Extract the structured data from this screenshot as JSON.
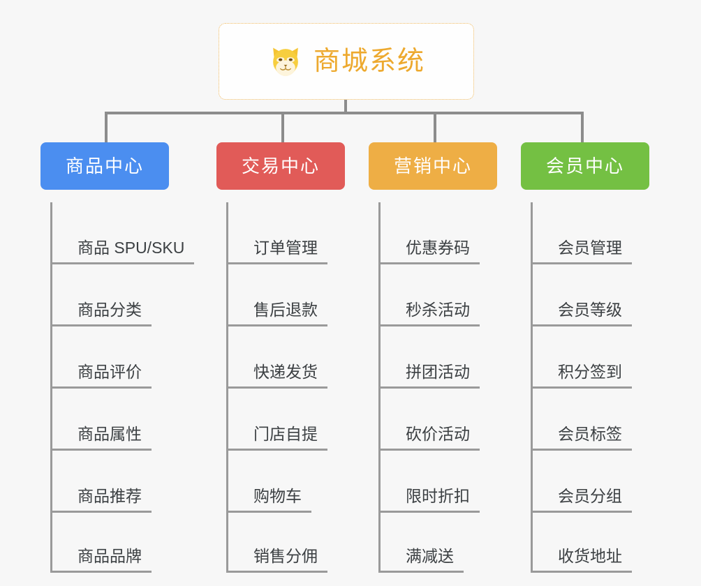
{
  "page": {
    "background_color": "#f7f7f7",
    "title": "商城系统",
    "type": "organization-mindmap"
  },
  "root": {
    "label": "商城系统",
    "icon": "shiba-dog-face-icon",
    "text_color": "#eda92e",
    "border_color": "#f0b95d",
    "background_color": "#fefefe"
  },
  "connector": {
    "color": "#8c8c8c"
  },
  "categories": [
    {
      "label": "商品中心",
      "color": "#4b8ef0",
      "text_color": "#ffffff",
      "items": [
        {
          "label": "商品 SPU/SKU"
        },
        {
          "label": "商品分类"
        },
        {
          "label": "商品评价"
        },
        {
          "label": "商品属性"
        },
        {
          "label": "商品推荐"
        },
        {
          "label": "商品品牌"
        }
      ]
    },
    {
      "label": "交易中心",
      "color": "#e15b58",
      "text_color": "#ffffff",
      "items": [
        {
          "label": "订单管理"
        },
        {
          "label": "售后退款"
        },
        {
          "label": "快递发货"
        },
        {
          "label": "门店自提"
        },
        {
          "label": "购物车"
        },
        {
          "label": "销售分佣"
        }
      ]
    },
    {
      "label": "营销中心",
      "color": "#eeae45",
      "text_color": "#ffffff",
      "items": [
        {
          "label": "优惠券码"
        },
        {
          "label": "秒杀活动"
        },
        {
          "label": "拼团活动"
        },
        {
          "label": "砍价活动"
        },
        {
          "label": "限时折扣"
        },
        {
          "label": "满减送"
        }
      ]
    },
    {
      "label": "会员中心",
      "color": "#74c043",
      "text_color": "#ffffff",
      "items": [
        {
          "label": "会员管理"
        },
        {
          "label": "会员等级"
        },
        {
          "label": "积分签到"
        },
        {
          "label": "会员标签"
        },
        {
          "label": "会员分组"
        },
        {
          "label": "收货地址"
        }
      ]
    }
  ]
}
